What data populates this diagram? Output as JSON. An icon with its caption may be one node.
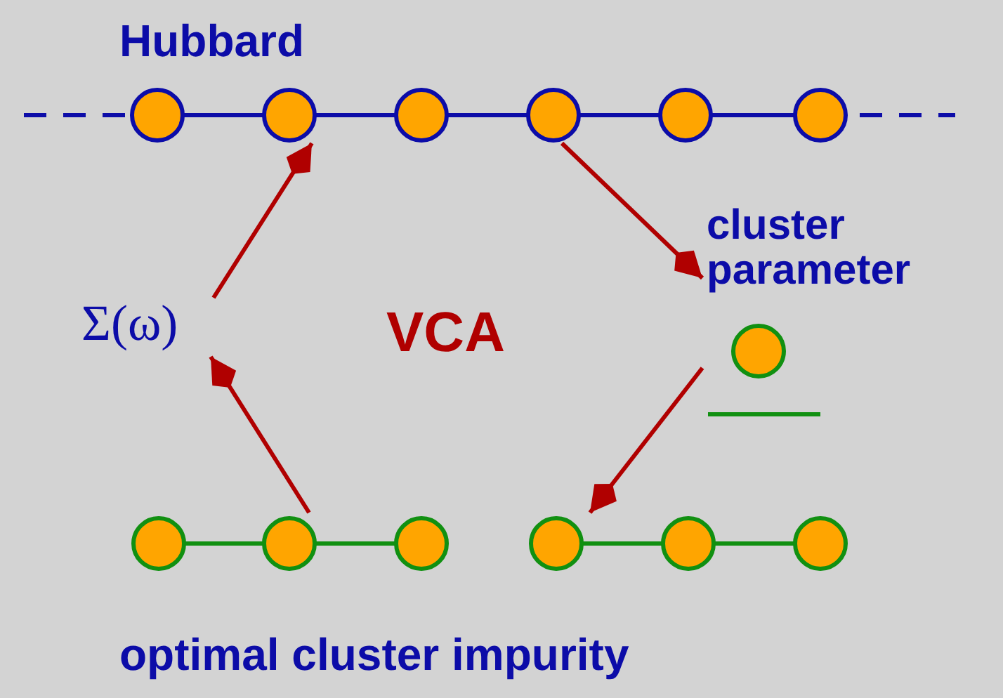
{
  "diagram": {
    "nodes": [
      {
        "text": [
          "Hubbard"
        ]
      },
      {
        "text": [
          "cluster parameter"
        ]
      },
      {
        "text": [
          "optimal cluster impurity"
        ]
      },
      {
        "text": [
          "Σ(ω)"
        ]
      }
    ],
    "edges": [
      {
        "from": 0,
        "to": 1,
        "arrow": "to"
      },
      {
        "from": 1,
        "to": 2,
        "arrow": "to"
      },
      {
        "from": 2,
        "to": 3,
        "arrow": "to"
      },
      {
        "from": 3,
        "to": 0,
        "arrow": "to"
      }
    ],
    "labels": [
      "VCA"
    ]
  }
}
